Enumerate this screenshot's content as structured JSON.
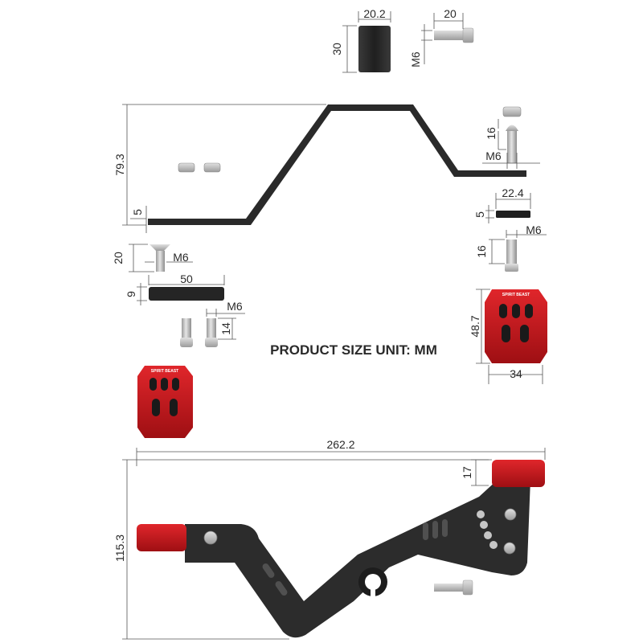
{
  "title": "PRODUCT SIZE UNIT: MM",
  "brand": "SPIRIT BEAST",
  "colors": {
    "accent_red": "#c8171b",
    "dark_part": "#2b2b2b",
    "metal": "#c9c9c9",
    "line": "#555555"
  },
  "dimensions": {
    "spacer_width": "20.2",
    "spacer_height": "30",
    "top_bolt_length": "20",
    "top_bolt_thread": "M6",
    "bar_height": "79.3",
    "bar_thickness": "5",
    "right_bolt_length": "16",
    "right_bolt_thread": "M6",
    "right_block_width": "22.4",
    "right_block_height": "5",
    "right_lower_bolt_thread": "M6",
    "right_lower_bolt_length": "16",
    "left_bolt_length": "20",
    "left_bolt_thread": "M6",
    "block_width": "50",
    "block_height": "9",
    "small_bolt_thread": "M6",
    "small_bolt_length": "14",
    "pad_height": "48.7",
    "pad_width": "34",
    "total_length": "262.2",
    "total_height": "115.3",
    "tip_height": "17"
  }
}
